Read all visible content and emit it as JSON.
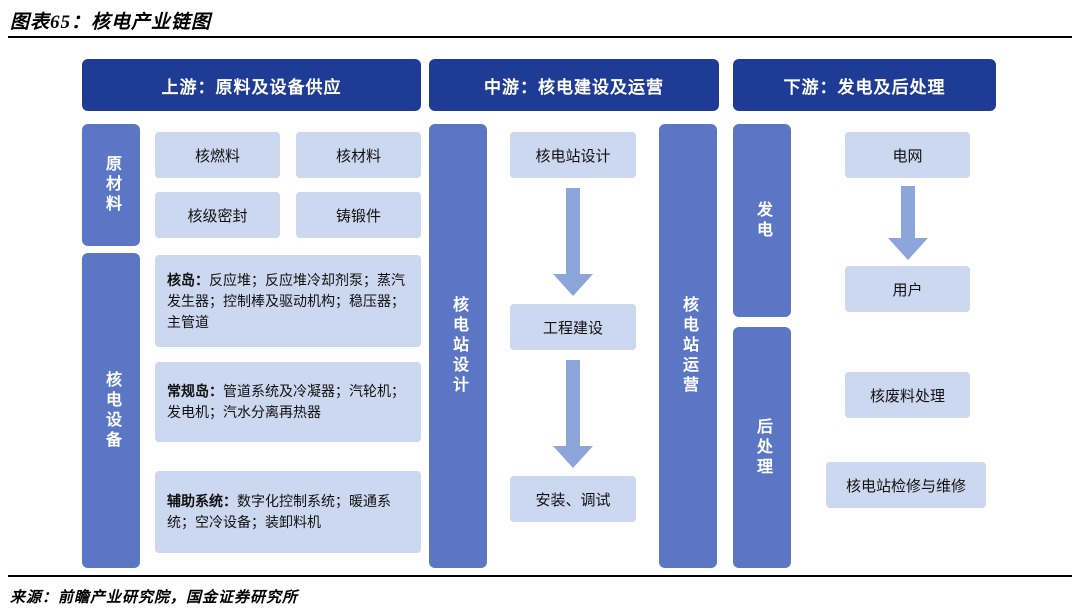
{
  "title": "图表65：核电产业链图",
  "source": "来源：前瞻产业研究院，国金证券研究所",
  "colors": {
    "header_bg": "#1e3b96",
    "band_bg": "#5b76c5",
    "box_bg": "#cbd8f0",
    "arrow": "#8ca6db"
  },
  "upstream": {
    "header": "上游：原料及设备供应",
    "materials_label": "原材料",
    "materials": [
      "核燃料",
      "核材料",
      "核级密封",
      "铸锻件"
    ],
    "equipment_label": "核电设备",
    "equipment": [
      {
        "name": "核岛：",
        "desc": "反应堆；反应堆冷却剂泵；蒸汽发生器；控制棒及驱动机构；稳压器；主管道"
      },
      {
        "name": "常规岛：",
        "desc": "管道系统及冷凝器；汽轮机；发电机；汽水分离再热器"
      },
      {
        "name": "辅助系统：",
        "desc": "数字化控制系统；暖通系统；空冷设备；装卸料机"
      }
    ]
  },
  "midstream": {
    "header": "中游：核电建设及运营",
    "design_label": "核电站设计",
    "operation_label": "核电站运营",
    "steps": [
      "核电站设计",
      "工程建设",
      "安装、调试"
    ]
  },
  "downstream": {
    "header": "下游：发电及后处理",
    "generation_label": "发电",
    "post_label": "后处理",
    "grid": "电网",
    "user": "用户",
    "waste": "核废料处理",
    "maintenance": "核电站检修与维修"
  }
}
